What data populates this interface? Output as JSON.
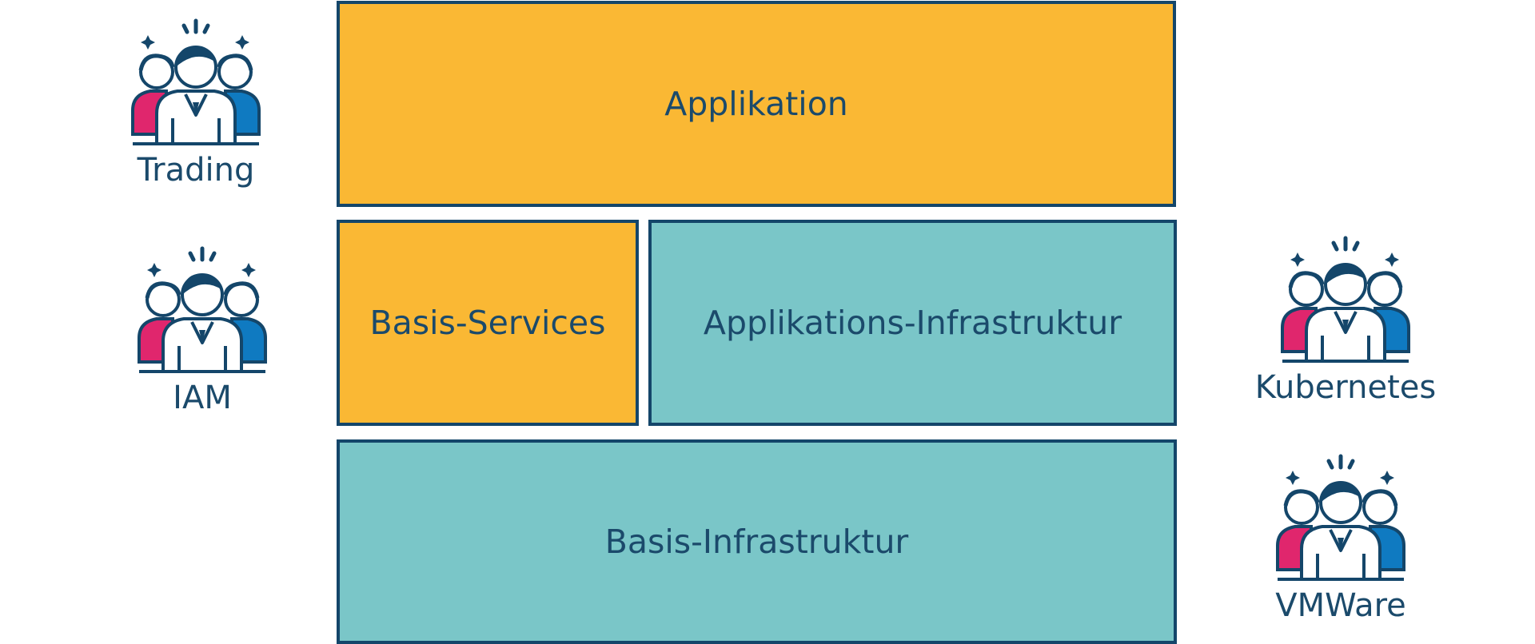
{
  "colors": {
    "yellow": "#fab834",
    "teal": "#7ac6c8",
    "border": "#14466a",
    "text": "#1b4a6b",
    "person_left": "#e0266d",
    "person_right": "#0f7ac1"
  },
  "blocks": {
    "applikation": "Applikation",
    "basis_services": "Basis-Services",
    "app_infra": "Applikations-Infrastruktur",
    "basis_infra": "Basis-Infrastruktur"
  },
  "teams": {
    "trading": {
      "label": "Trading",
      "icon": "team-icon"
    },
    "iam": {
      "label": "IAM",
      "icon": "team-icon"
    },
    "kubernetes": {
      "label": "Kubernetes",
      "icon": "team-icon"
    },
    "vmware": {
      "label": "VMWare",
      "icon": "team-icon"
    }
  }
}
